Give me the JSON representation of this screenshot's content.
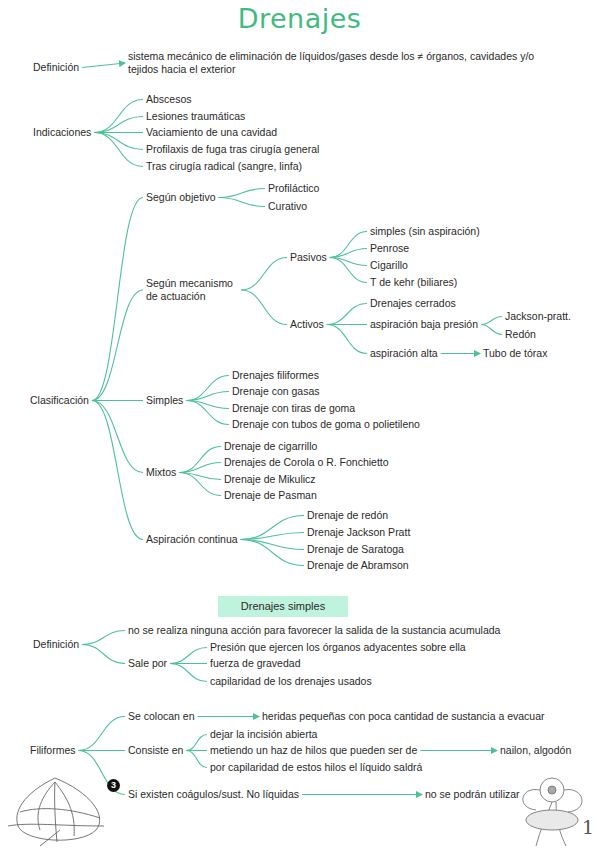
{
  "diagram": {
    "title": "Drenajes",
    "nodes": [
      {
        "text": [
          "Definición"
        ]
      },
      {
        "text": [
          "sistema mecánico de eliminación de líquidos/gases desde los ≠ órganos, cavidades y/o tejidos hacia el exterior"
        ]
      },
      {
        "text": [
          "Indicaciones"
        ]
      },
      {
        "text": [
          "Abscesos"
        ]
      },
      {
        "text": [
          "Lesiones traumáticas"
        ]
      },
      {
        "text": [
          "Vaciamiento de una cavidad"
        ]
      },
      {
        "text": [
          "Profilaxis de fuga tras cirugía general"
        ]
      },
      {
        "text": [
          "Tras cirugía radical (sangre, linfa)"
        ]
      },
      {
        "text": [
          "Clasificación"
        ]
      },
      {
        "text": [
          "Según objetivo"
        ]
      },
      {
        "text": [
          "Profiláctico"
        ]
      },
      {
        "text": [
          "Curativo"
        ]
      },
      {
        "text": [
          "Según mecanismo de actuación"
        ]
      },
      {
        "text": [
          "Pasivos"
        ]
      },
      {
        "text": [
          "simples (sin aspiración)"
        ]
      },
      {
        "text": [
          "Penrose"
        ]
      },
      {
        "text": [
          "Cigarillo"
        ]
      },
      {
        "text": [
          "T de kehr (biliares)"
        ]
      },
      {
        "text": [
          "Activos"
        ]
      },
      {
        "text": [
          "Drenajes cerrados"
        ]
      },
      {
        "text": [
          "aspiración baja presión"
        ]
      },
      {
        "text": [
          "Jackson-pratt."
        ]
      },
      {
        "text": [
          "Redón"
        ]
      },
      {
        "text": [
          "aspiración alta"
        ]
      },
      {
        "text": [
          "Tubo de tórax"
        ]
      },
      {
        "text": [
          "Simples"
        ]
      },
      {
        "text": [
          "Drenajes filiformes"
        ]
      },
      {
        "text": [
          "Drenaje con gasas"
        ]
      },
      {
        "text": [
          "Drenaje con tiras de goma"
        ]
      },
      {
        "text": [
          "Drenaje con tubos de goma o polietileno"
        ]
      },
      {
        "text": [
          "Mixtos"
        ]
      },
      {
        "text": [
          "Drenaje de cigarrillo"
        ]
      },
      {
        "text": [
          "Drenajes de Corola o R. Fonchietto"
        ]
      },
      {
        "text": [
          "Drenaje de Mikulicz"
        ]
      },
      {
        "text": [
          "Drenaje de Pasman"
        ]
      },
      {
        "text": [
          "Aspiración continua"
        ]
      },
      {
        "text": [
          "Drenaje de redón"
        ]
      },
      {
        "text": [
          "Drenaje Jackson Pratt"
        ]
      },
      {
        "text": [
          "Drenaje de Saratoga"
        ]
      },
      {
        "text": [
          "Drenaje de Abramson"
        ]
      },
      {
        "text": [
          "Drenajes simples"
        ]
      },
      {
        "text": [
          "Definición"
        ]
      },
      {
        "text": [
          "no se realiza ninguna acción para favorecer la salida de la sustancia acumulada"
        ]
      },
      {
        "text": [
          "Sale por"
        ]
      },
      {
        "text": [
          "Presión que ejercen los órganos adyacentes sobre ella"
        ]
      },
      {
        "text": [
          "fuerza de gravedad"
        ]
      },
      {
        "text": [
          "capilaridad de los drenajes usados"
        ]
      },
      {
        "text": [
          "Filiformes"
        ]
      },
      {
        "text": [
          "Se colocan en"
        ]
      },
      {
        "text": [
          "heridas pequeñas con poca cantidad de sustancia a evacuar"
        ]
      },
      {
        "text": [
          "Consiste en"
        ]
      },
      {
        "text": [
          "dejar la incisión abierta"
        ]
      },
      {
        "text": [
          "metiendo un haz de hilos que pueden ser de"
        ]
      },
      {
        "text": [
          "nailon, algodón"
        ]
      },
      {
        "text": [
          "por capilaridad de estos hilos el líquido saldrá"
        ]
      },
      {
        "text": [
          "Si existen coágulos/sust. No líquidas"
        ]
      },
      {
        "text": [
          "no se podrán utilizar"
        ]
      }
    ],
    "edges": [
      {
        "from": 0,
        "to": 1,
        "arrow": "to"
      },
      {
        "from": 2,
        "to": 3,
        "arrow": "none"
      },
      {
        "from": 2,
        "to": 4,
        "arrow": "none"
      },
      {
        "from": 2,
        "to": 5,
        "arrow": "none"
      },
      {
        "from": 2,
        "to": 6,
        "arrow": "none"
      },
      {
        "from": 2,
        "to": 7,
        "arrow": "none"
      },
      {
        "from": 8,
        "to": 9,
        "arrow": "none"
      },
      {
        "from": 8,
        "to": 12,
        "arrow": "none"
      },
      {
        "from": 8,
        "to": 25,
        "arrow": "none"
      },
      {
        "from": 8,
        "to": 30,
        "arrow": "none"
      },
      {
        "from": 8,
        "to": 35,
        "arrow": "none"
      },
      {
        "from": 9,
        "to": 10,
        "arrow": "none"
      },
      {
        "from": 9,
        "to": 11,
        "arrow": "none"
      },
      {
        "from": 12,
        "to": 13,
        "arrow": "none"
      },
      {
        "from": 12,
        "to": 18,
        "arrow": "none"
      },
      {
        "from": 13,
        "to": 14,
        "arrow": "none"
      },
      {
        "from": 13,
        "to": 15,
        "arrow": "none"
      },
      {
        "from": 13,
        "to": 16,
        "arrow": "none"
      },
      {
        "from": 13,
        "to": 17,
        "arrow": "none"
      },
      {
        "from": 18,
        "to": 19,
        "arrow": "none"
      },
      {
        "from": 18,
        "to": 20,
        "arrow": "none"
      },
      {
        "from": 18,
        "to": 23,
        "arrow": "none"
      },
      {
        "from": 20,
        "to": 21,
        "arrow": "none"
      },
      {
        "from": 20,
        "to": 22,
        "arrow": "none"
      },
      {
        "from": 23,
        "to": 24,
        "arrow": "to"
      },
      {
        "from": 25,
        "to": 26,
        "arrow": "none"
      },
      {
        "from": 25,
        "to": 27,
        "arrow": "none"
      },
      {
        "from": 25,
        "to": 28,
        "arrow": "none"
      },
      {
        "from": 25,
        "to": 29,
        "arrow": "none"
      },
      {
        "from": 30,
        "to": 31,
        "arrow": "none"
      },
      {
        "from": 30,
        "to": 32,
        "arrow": "none"
      },
      {
        "from": 30,
        "to": 33,
        "arrow": "none"
      },
      {
        "from": 30,
        "to": 34,
        "arrow": "none"
      },
      {
        "from": 35,
        "to": 36,
        "arrow": "none"
      },
      {
        "from": 35,
        "to": 37,
        "arrow": "none"
      },
      {
        "from": 35,
        "to": 38,
        "arrow": "none"
      },
      {
        "from": 35,
        "to": 39,
        "arrow": "none"
      },
      {
        "from": 41,
        "to": 42,
        "arrow": "none"
      },
      {
        "from": 41,
        "to": 43,
        "arrow": "none"
      },
      {
        "from": 43,
        "to": 44,
        "arrow": "none"
      },
      {
        "from": 43,
        "to": 45,
        "arrow": "none"
      },
      {
        "from": 43,
        "to": 46,
        "arrow": "none"
      },
      {
        "from": 47,
        "to": 48,
        "arrow": "none"
      },
      {
        "from": 47,
        "to": 50,
        "arrow": "none"
      },
      {
        "from": 47,
        "to": 55,
        "arrow": "none"
      },
      {
        "from": 48,
        "to": 49,
        "arrow": "to"
      },
      {
        "from": 50,
        "to": 51,
        "arrow": "none"
      },
      {
        "from": 50,
        "to": 52,
        "arrow": "none"
      },
      {
        "from": 50,
        "to": 54,
        "arrow": "none"
      },
      {
        "from": 52,
        "to": 53,
        "arrow": "to"
      },
      {
        "from": 55,
        "to": 56,
        "arrow": "to"
      }
    ],
    "labels": [
      "3",
      "1"
    ]
  }
}
